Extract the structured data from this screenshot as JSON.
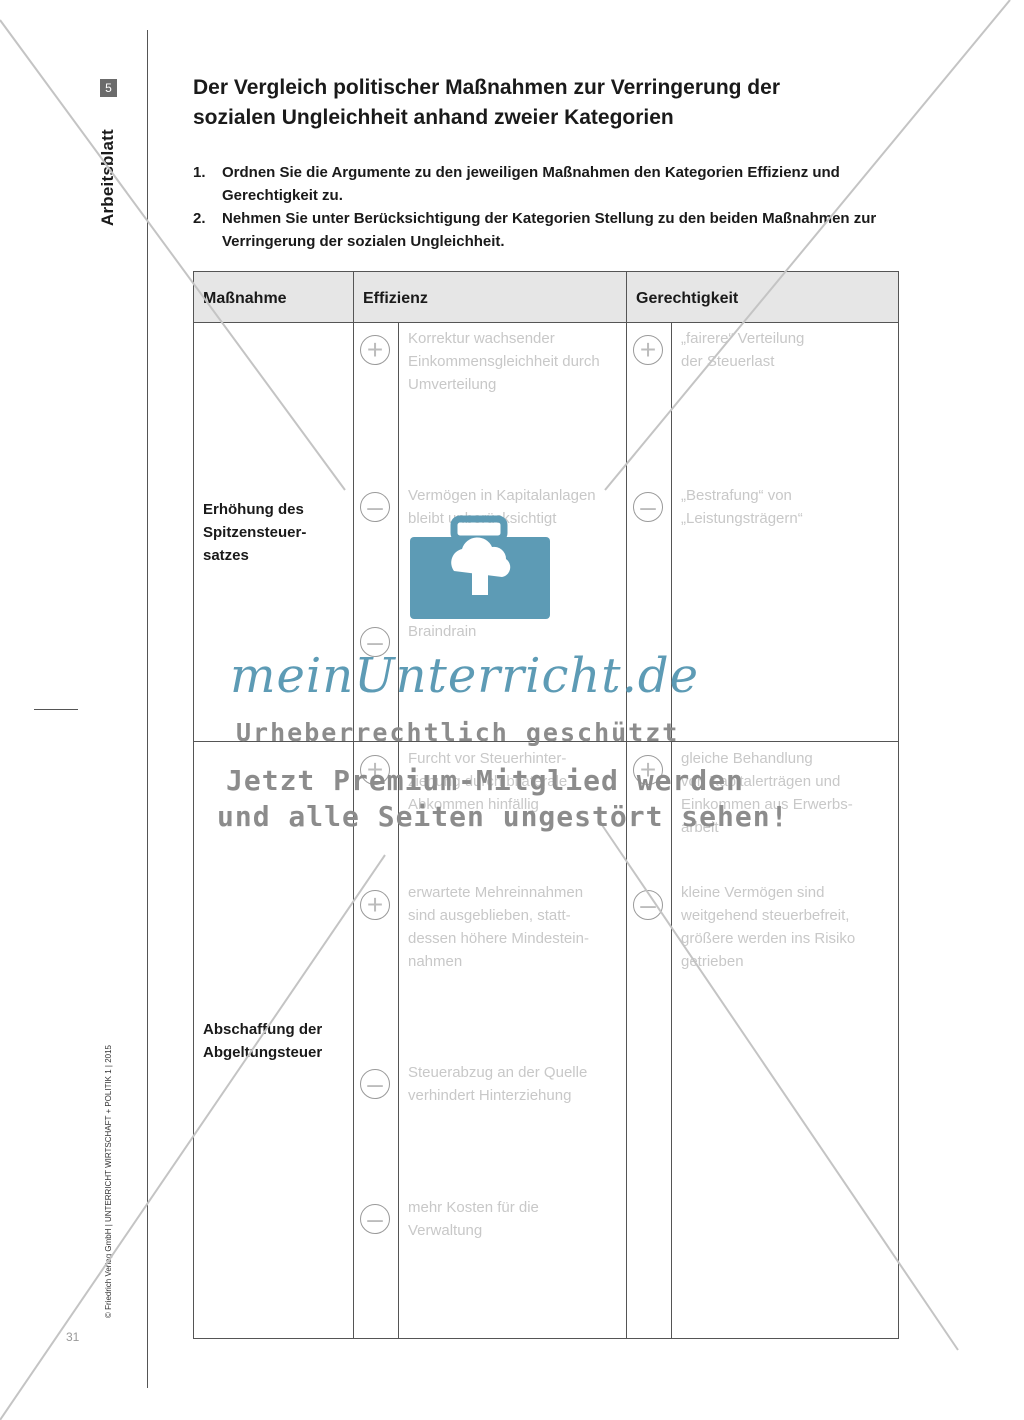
{
  "sidebar": {
    "badge": "5",
    "sheet_label": "Arbeitsblatt",
    "copyright": "© Friedrich Verlag GmbH | UNTERRICHT WIRTSCHAFT + POLITIK 1 | 2015",
    "page_number": "31"
  },
  "title_lines": [
    "Der Vergleich politischer Maßnahmen zur Verringerung der",
    "sozialen Ungleichheit anhand zweier Kategorien"
  ],
  "tasks": [
    {
      "num": "1.",
      "text": "Ordnen Sie die Argumente zu den jeweiligen Maßnahmen den Kategorien Effizienz und Gerechtigkeit zu."
    },
    {
      "num": "2.",
      "text": "Nehmen Sie unter Berücksichtigung der Kategorien Stellung zu den beiden Maßnahmen zur Verringerung der sozialen Ungleichheit."
    }
  ],
  "table": {
    "headers": [
      "Maßnahme",
      "Effizienz",
      "Gerechtigkeit"
    ],
    "rows": [
      {
        "measure_lines": [
          "Erhöhung des",
          "Spitzensteuer-",
          "satzes"
        ],
        "effizienz": [
          {
            "symbol": "+",
            "lines": [
              "Korrektur wachsender",
              "Einkommensgleichheit durch",
              "Umverteilung"
            ]
          },
          {
            "symbol": "–",
            "lines": [
              "Vermögen in Kapitalanlagen",
              "bleibt unberücksichtigt"
            ]
          },
          {
            "symbol": "–",
            "lines": [
              "Braindrain"
            ]
          }
        ],
        "gerechtigkeit": [
          {
            "symbol": "+",
            "lines": [
              "„fairere“ Verteilung",
              "der Steuerlast"
            ]
          },
          {
            "symbol": "–",
            "lines": [
              "„Bestrafung“ von",
              "„Leistungsträgern“"
            ]
          }
        ]
      },
      {
        "measure_lines": [
          "Abschaffung der",
          "Abgeltungsteuer"
        ],
        "effizienz": [
          {
            "symbol": "+",
            "lines": [
              "Furcht vor Steuerhinter-",
              "ziehung durch bilaterale",
              "Abkommen hinfällig"
            ]
          },
          {
            "symbol": "+",
            "lines": [
              "erwartete Mehreinnahmen",
              "sind ausgeblieben, statt-",
              "dessen höhere Mindestein-",
              "nahmen"
            ]
          },
          {
            "symbol": "–",
            "lines": [
              "Steuerabzug an der Quelle",
              "verhindert Hinterziehung"
            ]
          },
          {
            "symbol": "–",
            "lines": [
              "mehr Kosten für die",
              "Verwaltung"
            ]
          }
        ],
        "gerechtigkeit": [
          {
            "symbol": "+",
            "lines": [
              "gleiche Behandlung",
              "von Kapitalerträgen und",
              "Einkommen aus Erwerbs-",
              "arbeit"
            ]
          },
          {
            "symbol": "–",
            "lines": [
              "kleine Vermögen sind",
              "weitgehend steuerbefreit,",
              "größere werden ins Risiko",
              "getrieben"
            ]
          }
        ]
      }
    ]
  },
  "watermark": {
    "logo_text": "meinUnterricht.de",
    "line1": "Urheberrechtlich geschützt",
    "line2": "Jetzt Premium-Mitglied werden",
    "line3": "und alle Seiten ungestört sehen!",
    "color": "#5d9bb5"
  }
}
